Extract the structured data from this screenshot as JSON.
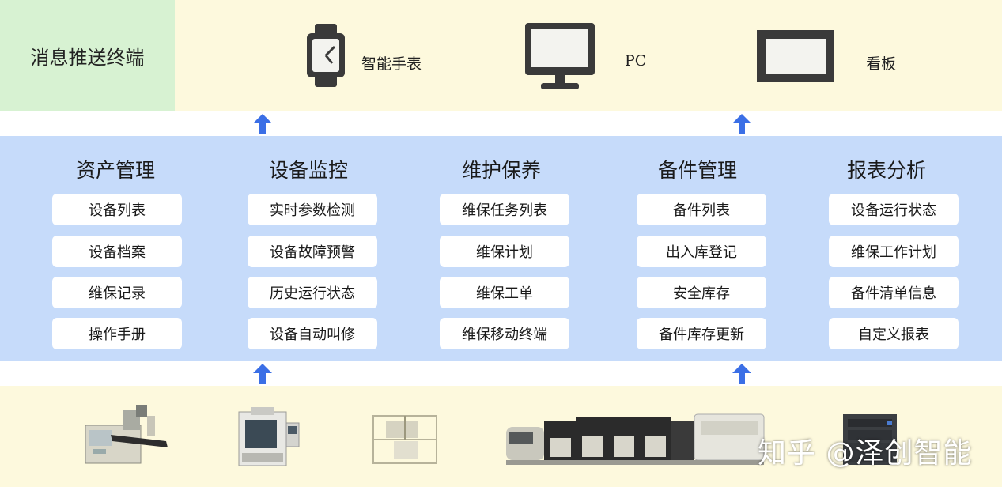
{
  "terminal": {
    "label": "消息推送终端",
    "devices": [
      {
        "label": "智能手表",
        "icon": "smartwatch-icon"
      },
      {
        "label": "PC",
        "icon": "monitor-icon"
      },
      {
        "label": "看板",
        "icon": "display-board-icon"
      }
    ]
  },
  "modules": [
    {
      "title": "资产管理",
      "items": [
        "设备列表",
        "设备档案",
        "维保记录",
        "操作手册"
      ]
    },
    {
      "title": "设备监控",
      "items": [
        "实时参数检测",
        "设备故障预警",
        "历史运行状态",
        "设备自动叫修"
      ]
    },
    {
      "title": "维护保养",
      "items": [
        "维保任务列表",
        "维保计划",
        "维保工单",
        "维保移动终端"
      ]
    },
    {
      "title": "备件管理",
      "items": [
        "备件列表",
        "出入库登记",
        "安全库存",
        "备件库存更新"
      ]
    },
    {
      "title": "报表分析",
      "items": [
        "设备运行状态",
        "维保工作计划",
        "备件清单信息",
        "自定义报表"
      ]
    }
  ],
  "equipment_icons": [
    "labeling-machine-icon",
    "cnc-machine-icon",
    "assembly-station-icon",
    "smt-line-icon",
    "control-cabinet-icon"
  ],
  "watermark": "知乎 @泽创智能",
  "colors": {
    "top_band": "#fdf9dd",
    "terminal_box": "#d7f2d2",
    "middle_band": "#c6dbfa",
    "arrow": "#3b6fe6"
  }
}
